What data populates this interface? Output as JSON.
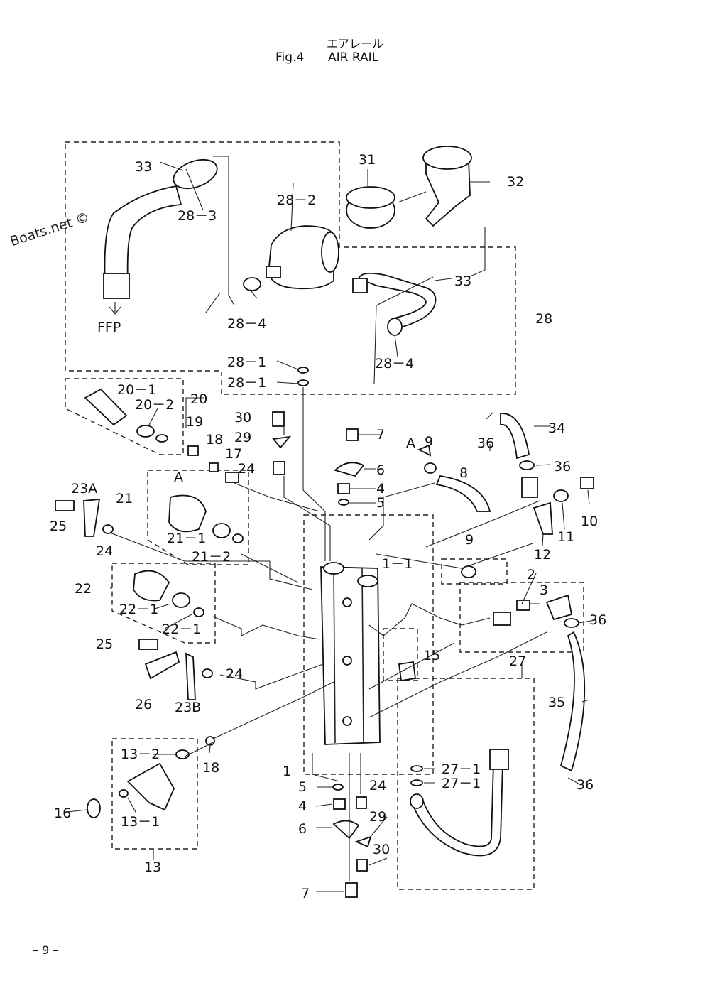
{
  "title": {
    "japanese": "エアレール",
    "fig": "Fig.4",
    "name": "AIR RAIL"
  },
  "watermark": "Boats.net ©",
  "page_number": "– 9 –",
  "callouts": {
    "c33a": "33",
    "c28_3": "28－3",
    "c28_2": "28－2",
    "c28_4a": "28－4",
    "ffp": "FFP",
    "c31": "31",
    "c32": "32",
    "c33b": "33",
    "c28": "28",
    "c28_4b": "28－4",
    "c28_1a": "28－1",
    "c28_1b": "28－1",
    "c20_1": "20－1",
    "c20_2": "20－2",
    "c20": "20",
    "c19": "19",
    "c18a": "18",
    "c17": "17",
    "c30a": "30",
    "c29a": "29",
    "c24a": "24",
    "c7a": "7",
    "c6a": "6",
    "c4a": "4",
    "c5a": "5",
    "cA1": "A",
    "c9a": "9",
    "c36a": "36",
    "c34": "34",
    "c8": "8",
    "c36b": "36",
    "c10": "10",
    "c11": "11",
    "c12": "12",
    "c23A": "23A",
    "c25a": "25",
    "c24b": "24",
    "c21": "21",
    "cA2": "A",
    "c21_1": "21－1",
    "c21_2": "21－2",
    "c1_1": "1－1",
    "c9b": "9",
    "c2": "2",
    "c3": "3",
    "c36c": "36",
    "c22": "22",
    "c22_1a": "22－1",
    "c22_1b": "22－1",
    "c25b": "25",
    "c15": "15",
    "c27": "27",
    "c26": "26",
    "c23B": "23B",
    "c24c": "24",
    "c35": "35",
    "c13_2": "13－2",
    "c18b": "18",
    "c1": "1",
    "c5b": "5",
    "c24d": "24",
    "c27_1a": "27－1",
    "c27_1b": "27－1",
    "c16": "16",
    "c13_1": "13－1",
    "c4b": "4",
    "c6b": "6",
    "c29b": "29",
    "c30b": "30",
    "c13": "13",
    "c7b": "7",
    "c36d": "36"
  }
}
